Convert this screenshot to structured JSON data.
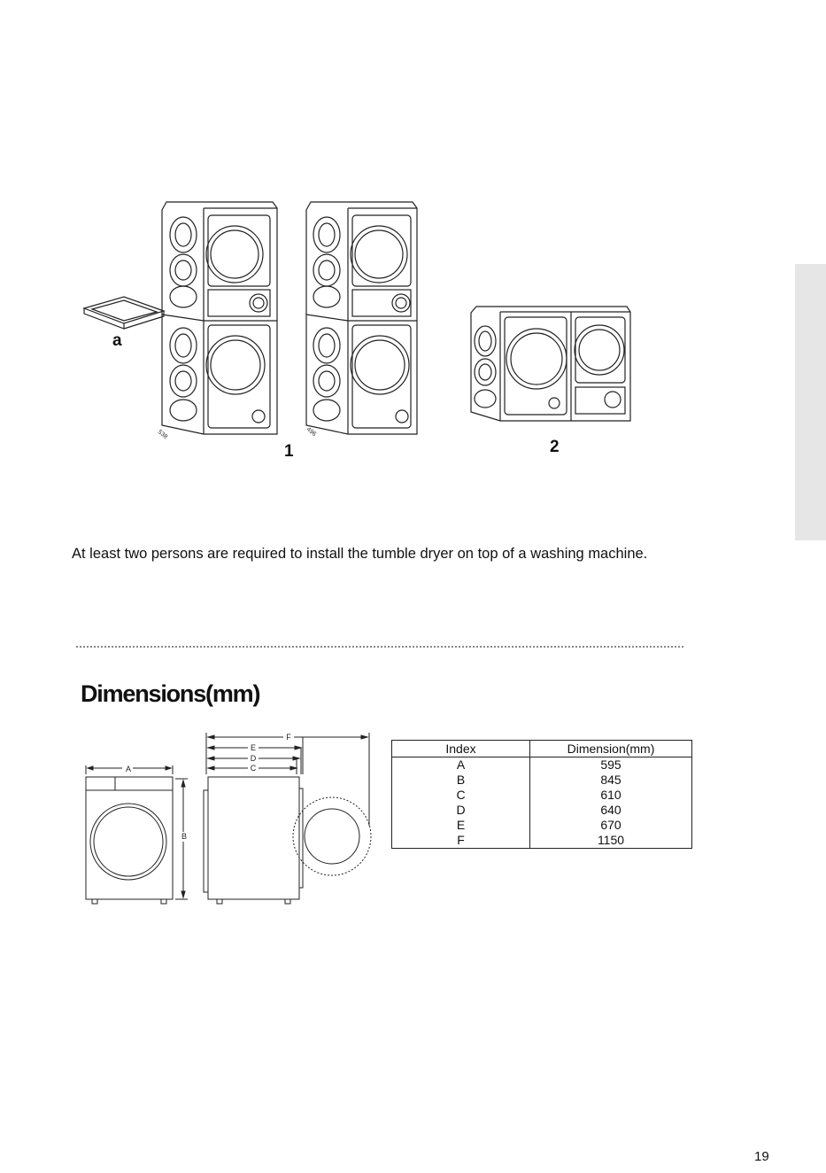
{
  "figures": {
    "accessory_label": "a",
    "option1_label": "1",
    "option2_label": "2",
    "measure_left": "538",
    "measure_right": "496"
  },
  "notice_text": "At least two persons are required to install the tumble dryer on top of a washing machine.",
  "dimensions": {
    "heading": "Dimensions(mm)",
    "drawing_labels": {
      "A": "A",
      "B": "B",
      "C": "C",
      "D": "D",
      "E": "E",
      "F": "F"
    },
    "table": {
      "headers": [
        "Index",
        "Dimension(mm)"
      ],
      "rows": [
        {
          "index": "A",
          "value": "595"
        },
        {
          "index": "B",
          "value": "845"
        },
        {
          "index": "C",
          "value": "610"
        },
        {
          "index": "D",
          "value": "640"
        },
        {
          "index": "E",
          "value": "670"
        },
        {
          "index": "F",
          "value": "1150"
        }
      ]
    }
  },
  "page_number": "19",
  "colors": {
    "side_tab": "#e6e6e6",
    "line": "#222222"
  }
}
